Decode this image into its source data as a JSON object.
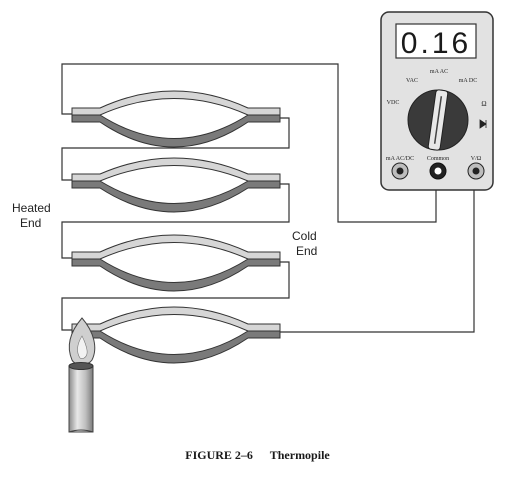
{
  "meter": {
    "display": "0.16",
    "dial_labels": {
      "ma_ac": "mA AC",
      "vac": "VAC",
      "ma_dc": "mA DC",
      "vdc": "VDC"
    },
    "jacks": {
      "ma_ac_dc": "mA AC/DC",
      "common": "Common",
      "v_ohm": "V/Ω"
    },
    "colors": {
      "body": "#e2e2e2",
      "display": "#ffffff",
      "knob": "#3a3a3a"
    }
  },
  "labels": {
    "heated_end": [
      "Heated",
      "End"
    ],
    "cold_end": [
      "Cold",
      "End"
    ]
  },
  "caption": {
    "figure_number": "FIGURE 2–6",
    "title": "Thermopile"
  },
  "colors": {
    "metal_light": "#d6d6d6",
    "metal_dark": "#7a7a7a",
    "wire": "#333333",
    "flame": "#bdbdbd"
  }
}
